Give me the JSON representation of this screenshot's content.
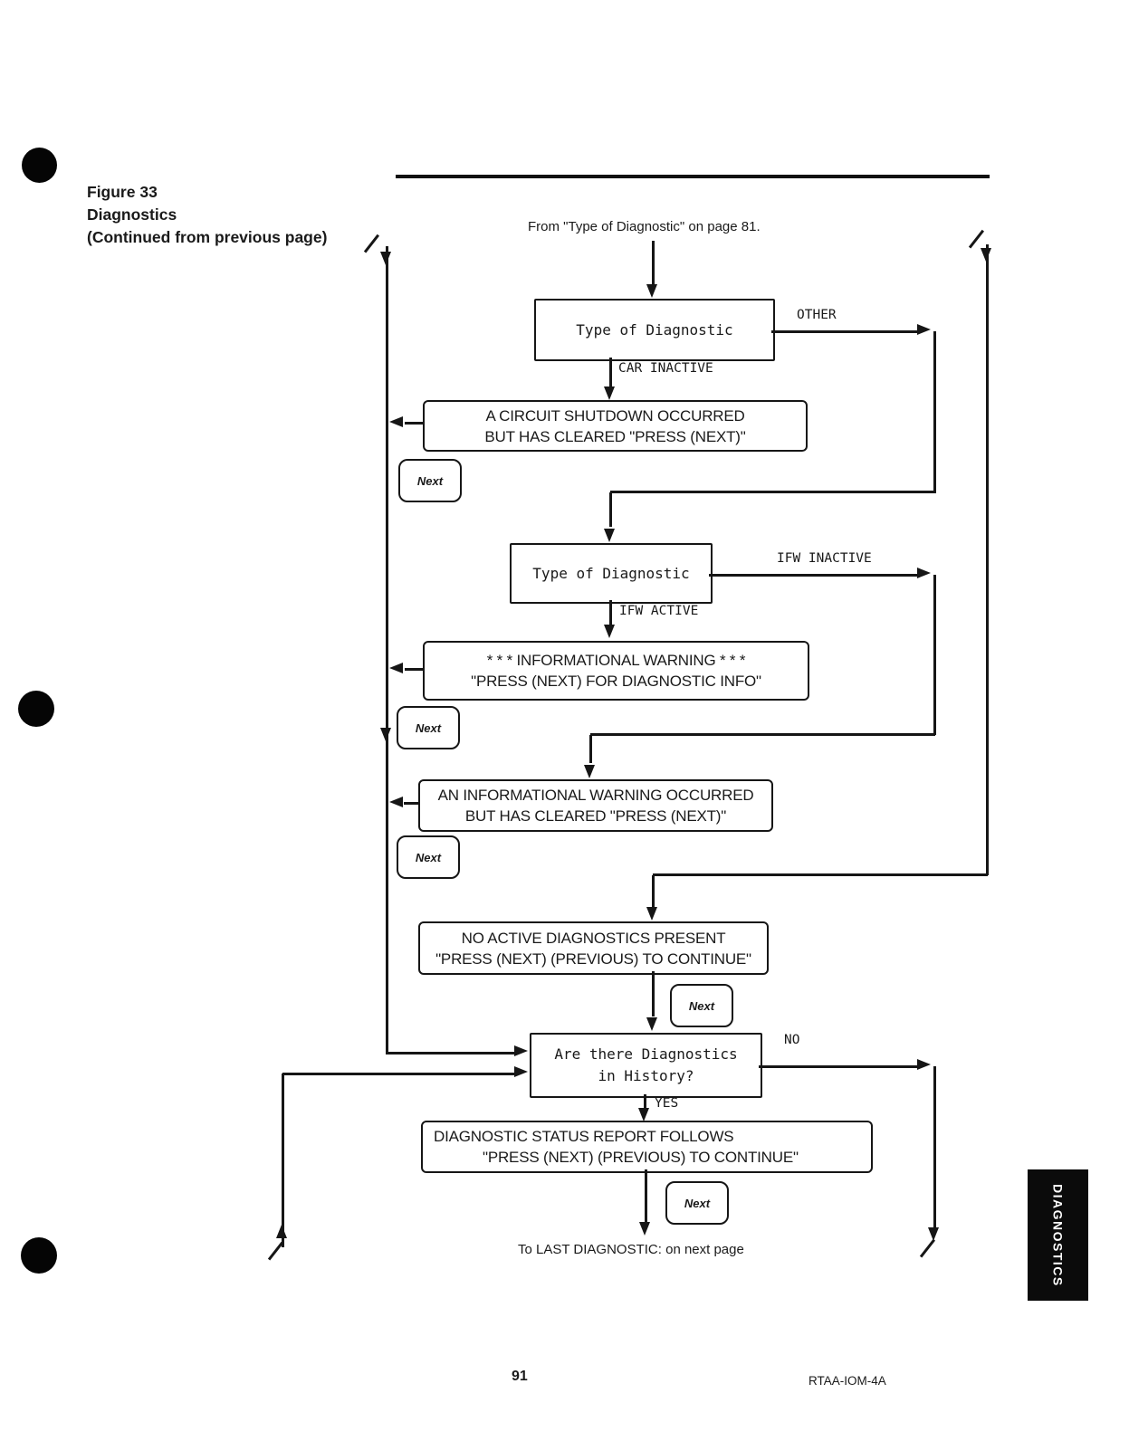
{
  "colors": {
    "ink": "#1a1a1a",
    "paper": "#ffffff"
  },
  "figure": {
    "title_line1": "Figure 33",
    "title_line2": "Diagnostics",
    "title_line3": "(Continued from previous page)"
  },
  "flow": {
    "from_note": "From \"Type of Diagnostic\" on page 81.",
    "to_note": "To LAST DIAGNOSTIC: on next page",
    "next_label": "Next",
    "nodes": {
      "type_of_diagnostic_1": "Type of Diagnostic",
      "circuit_shutdown_cleared": {
        "line1": "A CIRCUIT SHUTDOWN OCCURRED",
        "line2": "BUT HAS CLEARED \"PRESS (NEXT)\""
      },
      "type_of_diagnostic_2": "Type of Diagnostic",
      "informational_warning": {
        "line1": "* * * INFORMATIONAL WARNING * * *",
        "line2": "\"PRESS (NEXT) FOR DIAGNOSTIC INFO\""
      },
      "informational_warning_cleared": {
        "line1": "AN INFORMATIONAL WARNING OCCURRED",
        "line2": "BUT HAS CLEARED \"PRESS (NEXT)\""
      },
      "no_active_diagnostics": {
        "line1": "NO ACTIVE DIAGNOSTICS PRESENT",
        "line2": "\"PRESS (NEXT) (PREVIOUS) TO CONTINUE\""
      },
      "diagnostics_in_history": {
        "line1": "Are there Diagnostics",
        "line2": "in History?"
      },
      "diagnostic_status_report": {
        "line1": "DIAGNOSTIC STATUS REPORT FOLLOWS",
        "line2": "\"PRESS (NEXT) (PREVIOUS) TO CONTINUE\""
      }
    },
    "branches": {
      "other": "OTHER",
      "car_inactive": "CAR INACTIVE",
      "ifw_inactive": "IFW INACTIVE",
      "ifw_active": "IFW ACTIVE",
      "no": "NO",
      "yes": "YES"
    }
  },
  "side_tab": {
    "label": "DIAGNOSTICS"
  },
  "footer": {
    "page_number": "91",
    "doc_id": "RTAA-IOM-4A"
  }
}
